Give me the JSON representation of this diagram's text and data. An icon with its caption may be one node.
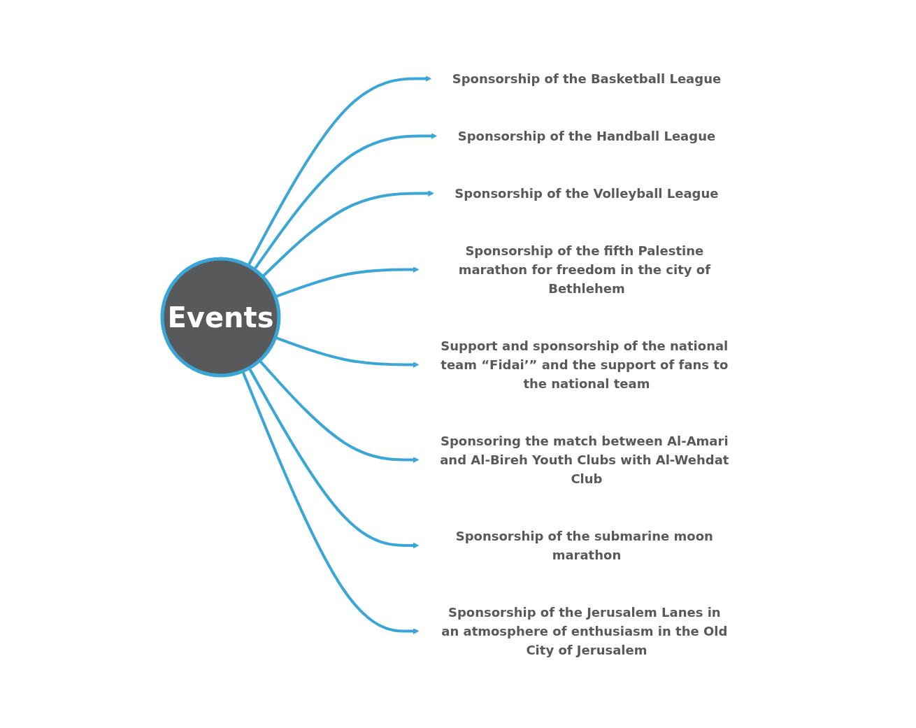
{
  "diagram": {
    "nodes": [
      {
        "text": [
          "Events"
        ]
      },
      {
        "text": [
          "Sponsorship of the Basketball League"
        ]
      },
      {
        "text": [
          "Sponsorship of the Handball League"
        ]
      },
      {
        "text": [
          "Sponsorship of the Volleyball League"
        ]
      },
      {
        "text": [
          "Sponsorship of the fifth Palestine marathon for freedom in the city of Bethlehem"
        ]
      },
      {
        "text": [
          "Support and sponsorship of the national team “Fidai’” and the support of fans to the national team"
        ]
      },
      {
        "text": [
          "Sponsoring the match between Al-Amari and Al-Bireh Youth Clubs with Al-Wehdat Club"
        ]
      },
      {
        "text": [
          "Sponsorship of the submarine moon marathon"
        ]
      },
      {
        "text": [
          "Sponsorship of the Jerusalem Lanes in an atmosphere of enthusiasm in the Old City of Jerusalem"
        ]
      }
    ],
    "edges": [
      {
        "from": 0,
        "to": 1,
        "arrow": "to"
      },
      {
        "from": 0,
        "to": 2,
        "arrow": "to"
      },
      {
        "from": 0,
        "to": 3,
        "arrow": "to"
      },
      {
        "from": 0,
        "to": 4,
        "arrow": "to"
      },
      {
        "from": 0,
        "to": 5,
        "arrow": "to"
      },
      {
        "from": 0,
        "to": 6,
        "arrow": "to"
      },
      {
        "from": 0,
        "to": 7,
        "arrow": "to"
      },
      {
        "from": 0,
        "to": 8,
        "arrow": "to"
      }
    ]
  }
}
